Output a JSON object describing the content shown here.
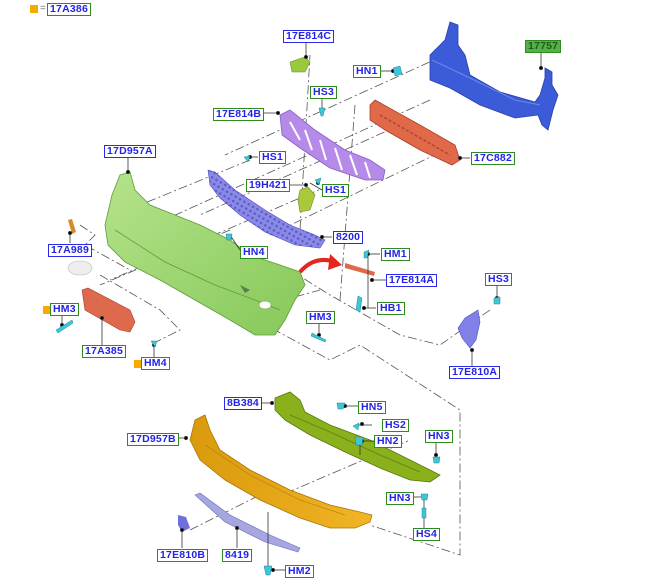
{
  "legend": {
    "marker_color": "#f8aa00",
    "equals": "=",
    "part": "17A386"
  },
  "colors": {
    "label_text": "#2323e6",
    "label_border_blue": "#2a2ae8",
    "label_border_green": "#2e8b1e",
    "bumper_cover": "#9ed66a",
    "grille_mesh": "#7d7de0",
    "grille_frame": "#b38ae6",
    "absorber": "#e0694a",
    "reinforcement": "#3c5ad6",
    "lower_deflector": "#86a81c",
    "lower_cover": "#e3a614",
    "fastener": "#3ec6d8",
    "arrow": "#e5261e"
  },
  "labels": [
    {
      "id": "17E814C",
      "text": "17E814C",
      "style": "b"
    },
    {
      "id": "HN1",
      "text": "HN1",
      "style": "g"
    },
    {
      "id": "17757",
      "text": "17757",
      "style": "gf"
    },
    {
      "id": "HS3a",
      "text": "HS3",
      "style": "g"
    },
    {
      "id": "17E814B",
      "text": "17E814B",
      "style": "g"
    },
    {
      "id": "17D957A",
      "text": "17D957A",
      "style": "b"
    },
    {
      "id": "HS1a",
      "text": "HS1",
      "style": "g"
    },
    {
      "id": "17C882",
      "text": "17C882",
      "style": "g"
    },
    {
      "id": "19H421",
      "text": "19H421",
      "style": "g"
    },
    {
      "id": "HS1b",
      "text": "HS1",
      "style": "g"
    },
    {
      "id": "HN4",
      "text": "HN4",
      "style": "g"
    },
    {
      "id": "8200",
      "text": "8200",
      "style": "b"
    },
    {
      "id": "17A989",
      "text": "17A989",
      "style": "b"
    },
    {
      "id": "HM1",
      "text": "HM1",
      "style": "g"
    },
    {
      "id": "17E814A",
      "text": "17E814A",
      "style": "b"
    },
    {
      "id": "HS3b",
      "text": "HS3",
      "style": "g"
    },
    {
      "id": "HM3a",
      "text": "HM3",
      "style": "g",
      "marker": true
    },
    {
      "id": "HB1",
      "text": "HB1",
      "style": "g"
    },
    {
      "id": "HM3b",
      "text": "HM3",
      "style": "g"
    },
    {
      "id": "17A385",
      "text": "17A385",
      "style": "g"
    },
    {
      "id": "HM4",
      "text": "HM4",
      "style": "g",
      "marker": true
    },
    {
      "id": "17E810A",
      "text": "17E810A",
      "style": "b"
    },
    {
      "id": "8B384",
      "text": "8B384",
      "style": "b"
    },
    {
      "id": "HN5",
      "text": "HN5",
      "style": "g"
    },
    {
      "id": "HS2",
      "text": "HS2",
      "style": "g"
    },
    {
      "id": "17D957B",
      "text": "17D957B",
      "style": "g"
    },
    {
      "id": "HN2",
      "text": "HN2",
      "style": "g"
    },
    {
      "id": "HN3a",
      "text": "HN3",
      "style": "g"
    },
    {
      "id": "HN3b",
      "text": "HN3",
      "style": "g"
    },
    {
      "id": "HS4",
      "text": "HS4",
      "style": "g"
    },
    {
      "id": "17E810B",
      "text": "17E810B",
      "style": "g"
    },
    {
      "id": "8419",
      "text": "8419",
      "style": "g"
    },
    {
      "id": "HM2",
      "text": "HM2",
      "style": "g"
    }
  ]
}
